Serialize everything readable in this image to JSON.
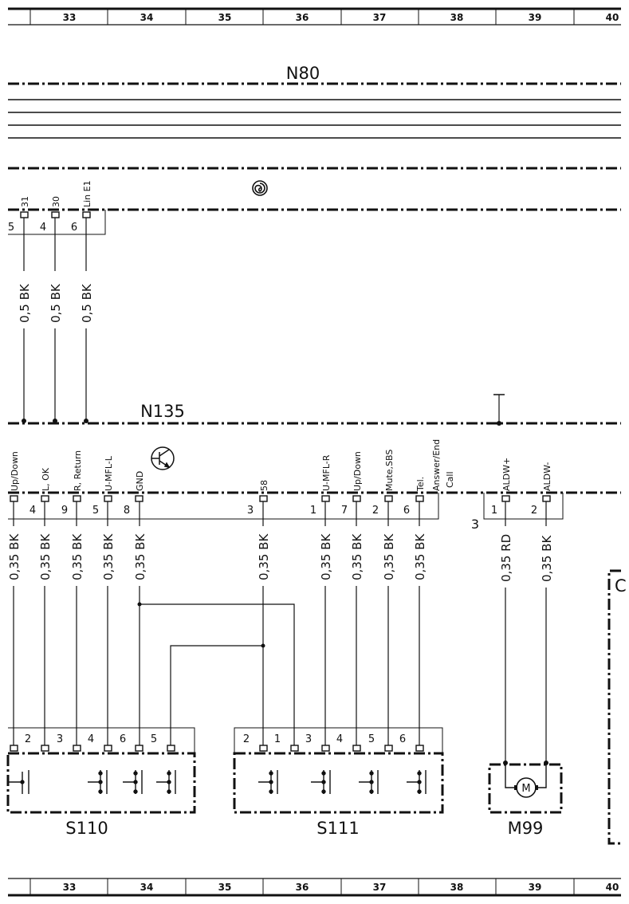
{
  "ruler": {
    "columns": [
      "33",
      "34",
      "35",
      "36",
      "37",
      "38",
      "39",
      "40"
    ]
  },
  "components": {
    "n80": "N80",
    "n135": "N135",
    "s110": "S110",
    "s111": "S111",
    "m99": "M99",
    "motor_symbol": "M",
    "connector3": "3"
  },
  "n80_pins": [
    {
      "pin": "5",
      "signal": "31",
      "wire": "0,5 BK"
    },
    {
      "pin": "4",
      "signal": "30",
      "wire": "0,5 BK"
    },
    {
      "pin": "6",
      "signal": "Lin E1",
      "wire": "0,5 BK"
    }
  ],
  "n135_pins": [
    {
      "pin": "4",
      "signal": "Up/Down",
      "wire": "0,35 BK"
    },
    {
      "pin": "9",
      "signal": "L, OK",
      "wire": "0,35 BK"
    },
    {
      "pin": "5",
      "signal": "R, Return",
      "wire": "0,35 BK"
    },
    {
      "pin": "8",
      "signal": "U-MFL-L",
      "wire": "0,35 BK"
    },
    {
      "pin": "",
      "signal": "GND",
      "wire": "0,35 BK"
    },
    {
      "pin": "3",
      "signal": "58",
      "wire": "0,35 BK"
    },
    {
      "pin": "1",
      "signal": "U-MFL-R",
      "wire": "0,35 BK"
    },
    {
      "pin": "7",
      "signal": "Up/Down",
      "wire": "0,35 BK"
    },
    {
      "pin": "2",
      "signal": "Mute,SBS",
      "wire": "0,35 BK"
    },
    {
      "pin": "6",
      "signal": "Tel.",
      "wire": "0,35 BK"
    }
  ],
  "tel_signal_extra": [
    "Answer/End",
    "Call"
  ],
  "aldw_pins": [
    {
      "pin": "1",
      "signal": "ALDW+",
      "wire": "0,35 RD"
    },
    {
      "pin": "2",
      "signal": "ALDW-",
      "wire": "0,35 BK"
    }
  ],
  "s110_pins": [
    "2",
    "3",
    "4",
    "6",
    "5"
  ],
  "s111_pins": [
    "2",
    "1",
    "3",
    "4",
    "5",
    "6"
  ],
  "partial_label": "C"
}
